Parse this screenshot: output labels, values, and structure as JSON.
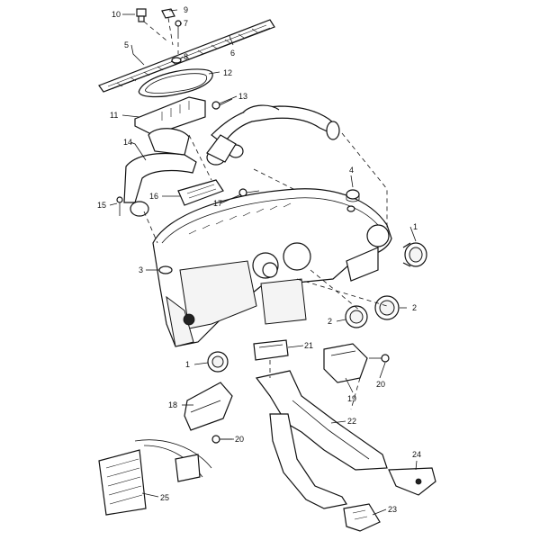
{
  "diagram": {
    "callouts": [
      {
        "id": "c10",
        "label": "10"
      },
      {
        "id": "c9",
        "label": "9"
      },
      {
        "id": "c7",
        "label": "7"
      },
      {
        "id": "c5",
        "label": "5"
      },
      {
        "id": "c6",
        "label": "6"
      },
      {
        "id": "c8",
        "label": "8"
      },
      {
        "id": "c12",
        "label": "12"
      },
      {
        "id": "c13",
        "label": "13"
      },
      {
        "id": "c11",
        "label": "11"
      },
      {
        "id": "c14",
        "label": "14"
      },
      {
        "id": "c4",
        "label": "4"
      },
      {
        "id": "c16",
        "label": "16"
      },
      {
        "id": "c17",
        "label": "17"
      },
      {
        "id": "c15",
        "label": "15"
      },
      {
        "id": "c1a",
        "label": "1"
      },
      {
        "id": "c3",
        "label": "3"
      },
      {
        "id": "c2a",
        "label": "2"
      },
      {
        "id": "c2b",
        "label": "2"
      },
      {
        "id": "c21",
        "label": "21"
      },
      {
        "id": "c1b",
        "label": "1"
      },
      {
        "id": "c19",
        "label": "19"
      },
      {
        "id": "c20a",
        "label": "20"
      },
      {
        "id": "c18",
        "label": "18"
      },
      {
        "id": "c22",
        "label": "22"
      },
      {
        "id": "c20b",
        "label": "20"
      },
      {
        "id": "c24",
        "label": "24"
      },
      {
        "id": "c25",
        "label": "25"
      },
      {
        "id": "c23",
        "label": "23"
      }
    ]
  }
}
